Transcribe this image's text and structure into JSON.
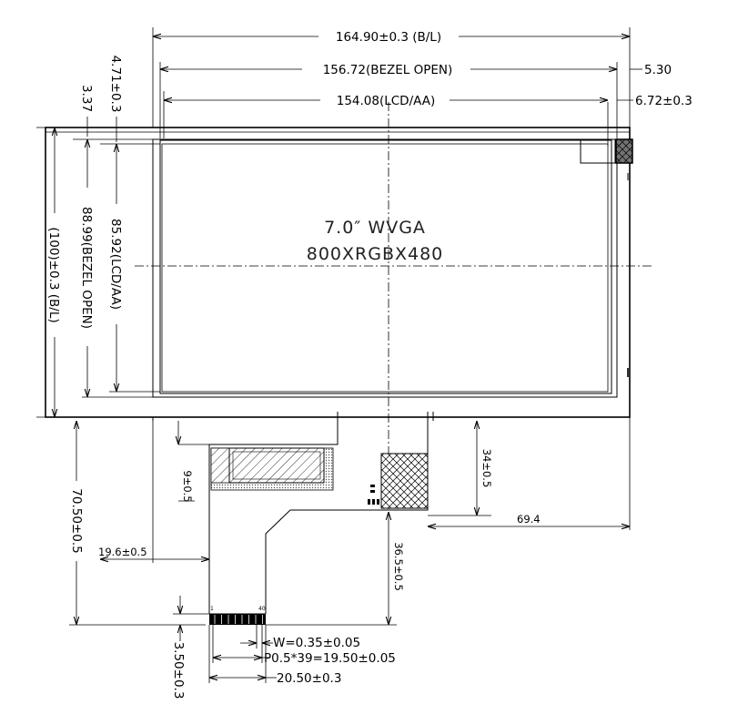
{
  "drawing": {
    "panel_title": "7.0″ WVGA",
    "resolution": "800XRGBX480"
  },
  "dimensions": {
    "outline_width": "164.90±0.3 (B/L)",
    "bezel_open_width": "156.72(BEZEL OPEN)",
    "active_area_width": "154.08(LCD/AA)",
    "right_offset_1": "5.30",
    "right_offset_2": "6.72±0.3",
    "top_offset_1": "4.71±0.3",
    "top_offset_2": "3.37",
    "outline_height": "(100)±0.3 (B/L)",
    "bezel_open_height": "88.99(BEZEL OPEN)",
    "active_area_height": "85.92(LCD/AA)",
    "fpc_total_length": "70.50±0.5",
    "fpc_left_offset": "19.6±0.5",
    "stiffener_height": "9±0.5",
    "component_height": "34±0.5",
    "component_right_offset": "69.4",
    "fpc_tail_length": "36.5±0.5",
    "contact_length": "3.50±0.3",
    "pin_width": "W=0.35±0.05",
    "pin_pitch": "P0.5*39=19.50±0.05",
    "fpc_tail_width": "20.50±0.3"
  },
  "pins": {
    "first": "1",
    "last": "40"
  }
}
